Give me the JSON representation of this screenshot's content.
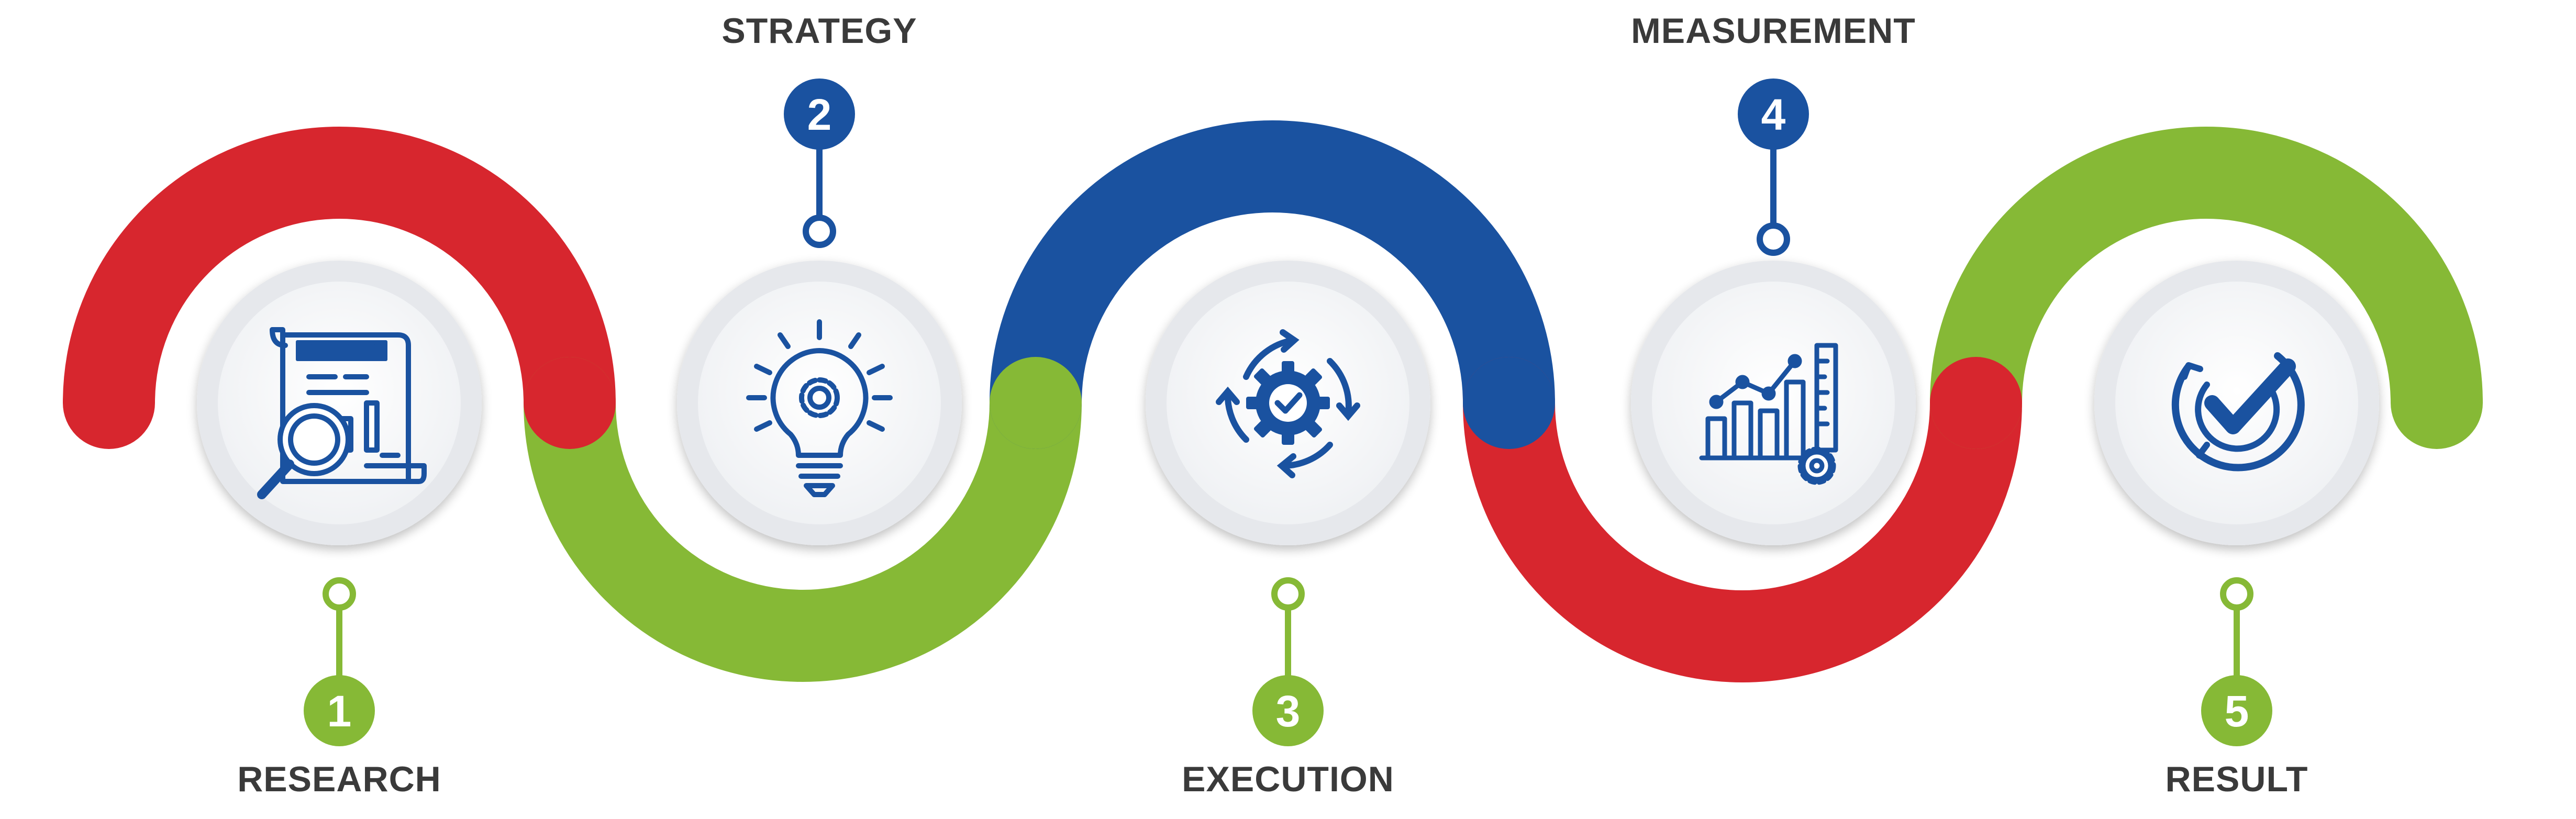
{
  "colors": {
    "red": "#d7262e",
    "green": "#86b936",
    "blue": "#1a52a0",
    "ring": "#e4e6ea",
    "title": "#3a3a3a"
  },
  "steps": [
    {
      "number": "1",
      "title": "RESEARCH",
      "icon": "research-document-magnifier-icon",
      "color": "green",
      "badge": "RESEARCH"
    },
    {
      "number": "2",
      "title": "STRATEGY",
      "icon": "lightbulb-gear-icon",
      "color": "blue"
    },
    {
      "number": "3",
      "title": "EXECUTION",
      "icon": "gear-cycle-check-icon",
      "color": "green"
    },
    {
      "number": "4",
      "title": "MEASUREMENT",
      "icon": "bar-chart-ruler-gear-icon",
      "color": "blue"
    },
    {
      "number": "5",
      "title": "RESULT",
      "icon": "circular-check-icon",
      "color": "green"
    }
  ]
}
